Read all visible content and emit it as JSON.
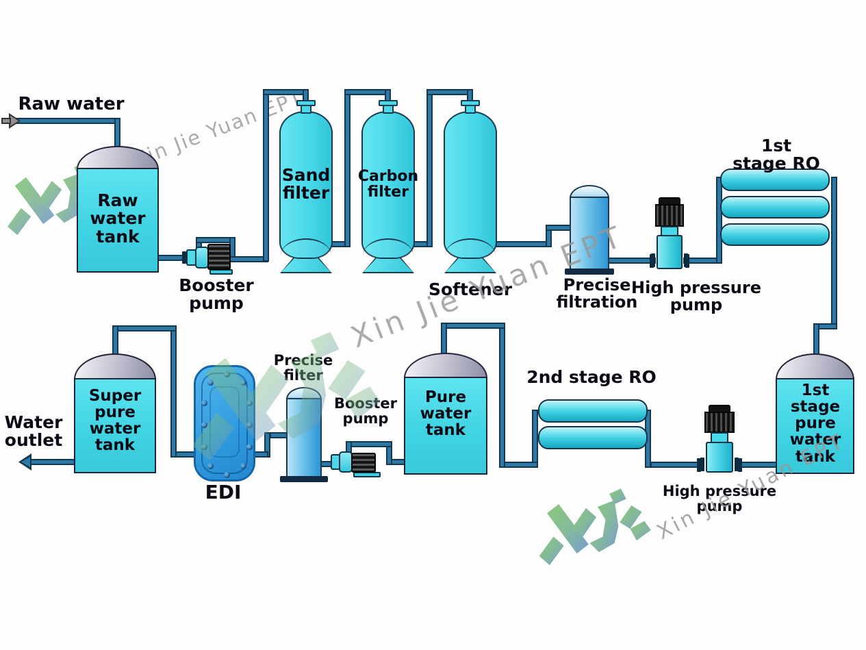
{
  "watermark": {
    "text": "Xin Jie Yuan EPT",
    "logo": "XJY"
  },
  "labels": {
    "raw_water": "Raw water",
    "raw_water_tank": "Raw\nwater\ntank",
    "booster_pump_1": "Booster\npump",
    "sand_filter": "Sand\nfilter",
    "carbon_filter": "Carbon\nfilter",
    "softener": "Softener",
    "precise_filtration": "Precise\nfiltration",
    "high_pressure_pump_1": "High pressure\npump",
    "first_stage_ro": "1st stage RO",
    "first_stage_pure_water_tank": "1st\nstage\npure\nwater\ntank",
    "high_pressure_pump_2": "High pressure pump",
    "second_stage_ro": "2nd stage RO",
    "pure_water_tank": "Pure\nwater\ntank",
    "booster_pump_2": "Booster\npump",
    "precise_filter": "Precise\nfilter",
    "edi": "EDI",
    "super_pure_water_tank": "Super\npure\nwater\ntank",
    "water_outlet": "Water\noutlet"
  },
  "flow_sequence": [
    "Raw water",
    "Raw water tank",
    "Booster pump",
    "Sand filter",
    "Carbon filter",
    "Softener",
    "Precise filtration",
    "High pressure pump",
    "1st stage RO",
    "1st stage pure water tank",
    "High pressure pump",
    "2nd stage RO",
    "Pure water tank",
    "Booster pump",
    "Precise filter",
    "EDI",
    "Super pure water tank",
    "Water outlet"
  ],
  "colors": {
    "tank_cyan": "#41d4e3",
    "dome_gray": "#9e9eb4",
    "pipe_blue": "#2e78a6",
    "pipe_outline": "#14384f",
    "vessel_blue": "#2e95d4",
    "edi_blue": "#2f9ade",
    "motor_dark": "#1a1a1a",
    "watermark_gray": "#979797",
    "logo_green": "#82c46e",
    "logo_blue": "#6b93c9",
    "label_text": "#0b0b16"
  }
}
